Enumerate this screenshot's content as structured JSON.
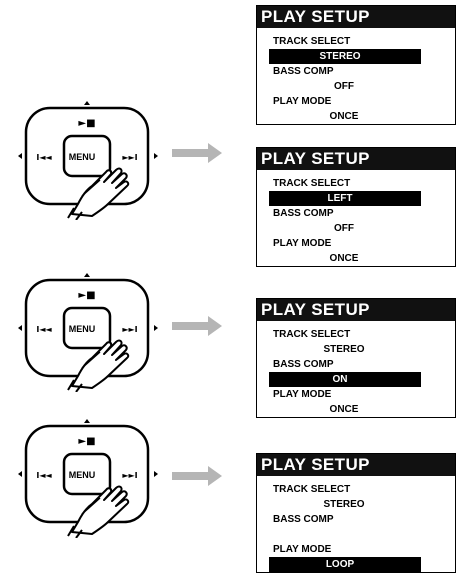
{
  "controls": {
    "center_button": "MENU",
    "top_symbol": "►■",
    "left_symbol": "I◄◄",
    "right_symbol": "►►I"
  },
  "screens": [
    {
      "title": "PLAY SETUP",
      "rows": [
        {
          "text": "TRACK SELECT",
          "kind": "label"
        },
        {
          "text": "STEREO",
          "kind": "value",
          "highlight": true
        },
        {
          "text": "BASS COMP",
          "kind": "label"
        },
        {
          "text": "OFF",
          "kind": "value"
        },
        {
          "text": "PLAY MODE",
          "kind": "label"
        },
        {
          "text": "ONCE",
          "kind": "value"
        }
      ]
    },
    {
      "title": "PLAY SETUP",
      "rows": [
        {
          "text": "TRACK SELECT",
          "kind": "label"
        },
        {
          "text": "LEFT",
          "kind": "value",
          "highlight": true
        },
        {
          "text": "BASS COMP",
          "kind": "label"
        },
        {
          "text": "OFF",
          "kind": "value"
        },
        {
          "text": "PLAY MODE",
          "kind": "label"
        },
        {
          "text": "ONCE",
          "kind": "value"
        }
      ]
    },
    {
      "title": "PLAY SETUP",
      "rows": [
        {
          "text": "TRACK SELECT",
          "kind": "label"
        },
        {
          "text": "STEREO",
          "kind": "value"
        },
        {
          "text": "BASS COMP",
          "kind": "label"
        },
        {
          "text": "ON",
          "kind": "value",
          "highlight": true
        },
        {
          "text": "PLAY MODE",
          "kind": "label"
        },
        {
          "text": "ONCE",
          "kind": "value"
        }
      ]
    },
    {
      "title": "PLAY SETUP",
      "rows": [
        {
          "text": "TRACK SELECT",
          "kind": "label"
        },
        {
          "text": "STEREO",
          "kind": "value"
        },
        {
          "text": "BASS COMP",
          "kind": "label"
        },
        {
          "text": "",
          "kind": "blank"
        },
        {
          "text": "PLAY MODE",
          "kind": "label"
        },
        {
          "text": "LOOP",
          "kind": "value",
          "highlight": true
        }
      ]
    }
  ]
}
